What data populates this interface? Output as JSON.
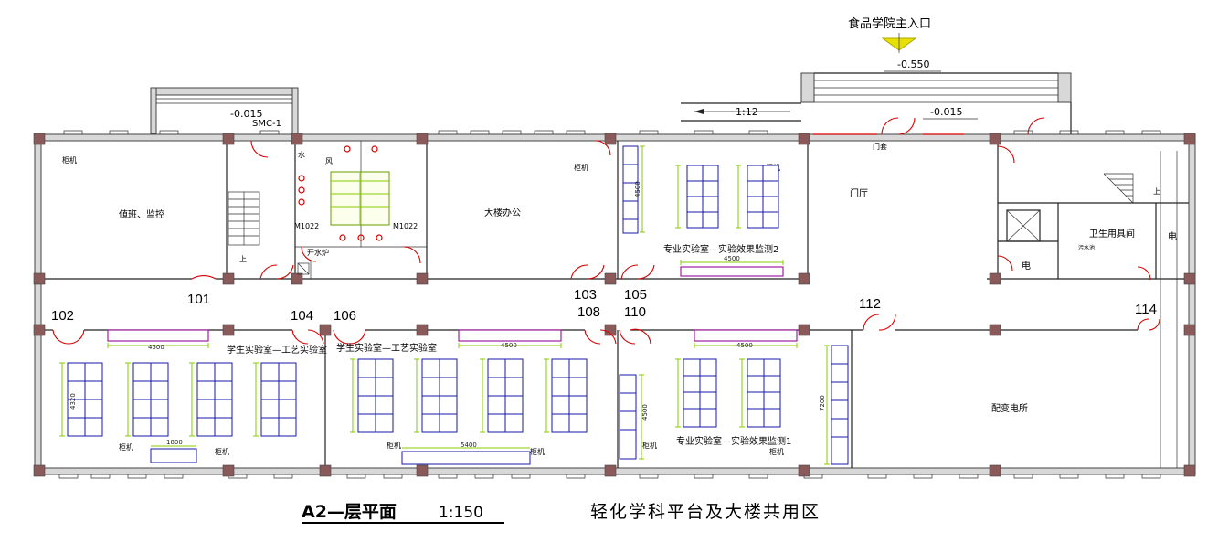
{
  "entrance_label": "食品学院主入口",
  "elevations": {
    "outside": "-0.550",
    "porch": "-0.015",
    "left": "-0.015"
  },
  "ramp": "1:12",
  "smc": "SMC-1",
  "rooms": {
    "monitor": "値班、监控",
    "office": "大楼办公",
    "lab2": "专业实验室—实验效果监测2",
    "lobby": "门厅",
    "sanitary": "卫生用具间",
    "elec_a": "电",
    "elec_b": "电",
    "student_lab_a": "学生实验室—工艺实验室",
    "student_lab_b": "学生实验室—工艺实验室",
    "lab1": "专业实验室—实验效果监测1",
    "substation": "配变电所",
    "boiler": "开水炉",
    "wind": "风",
    "water": "水",
    "doorcover": "门套",
    "up1": "上",
    "up2": "上",
    "mop": "污水池"
  },
  "door_tags": {
    "left": "M1022",
    "right": "M1022"
  },
  "cabinet": "柜机",
  "room_numbers": [
    "101",
    "102",
    "104",
    "106",
    "103",
    "105",
    "108",
    "110",
    "112",
    "114"
  ],
  "dims": {
    "d4500a": "4500",
    "d4500b": "4500",
    "d4500c": "4500",
    "d4500d": "4500",
    "d1800": "1800",
    "d5400": "5400",
    "d4500v1": "4500",
    "d4500v2": "4500",
    "d4320": "4320",
    "d7200": "7200"
  },
  "title": {
    "main": "A2—层平面",
    "scale": "1:150",
    "subtitle": "轻化学科平台及大楼共用区"
  }
}
